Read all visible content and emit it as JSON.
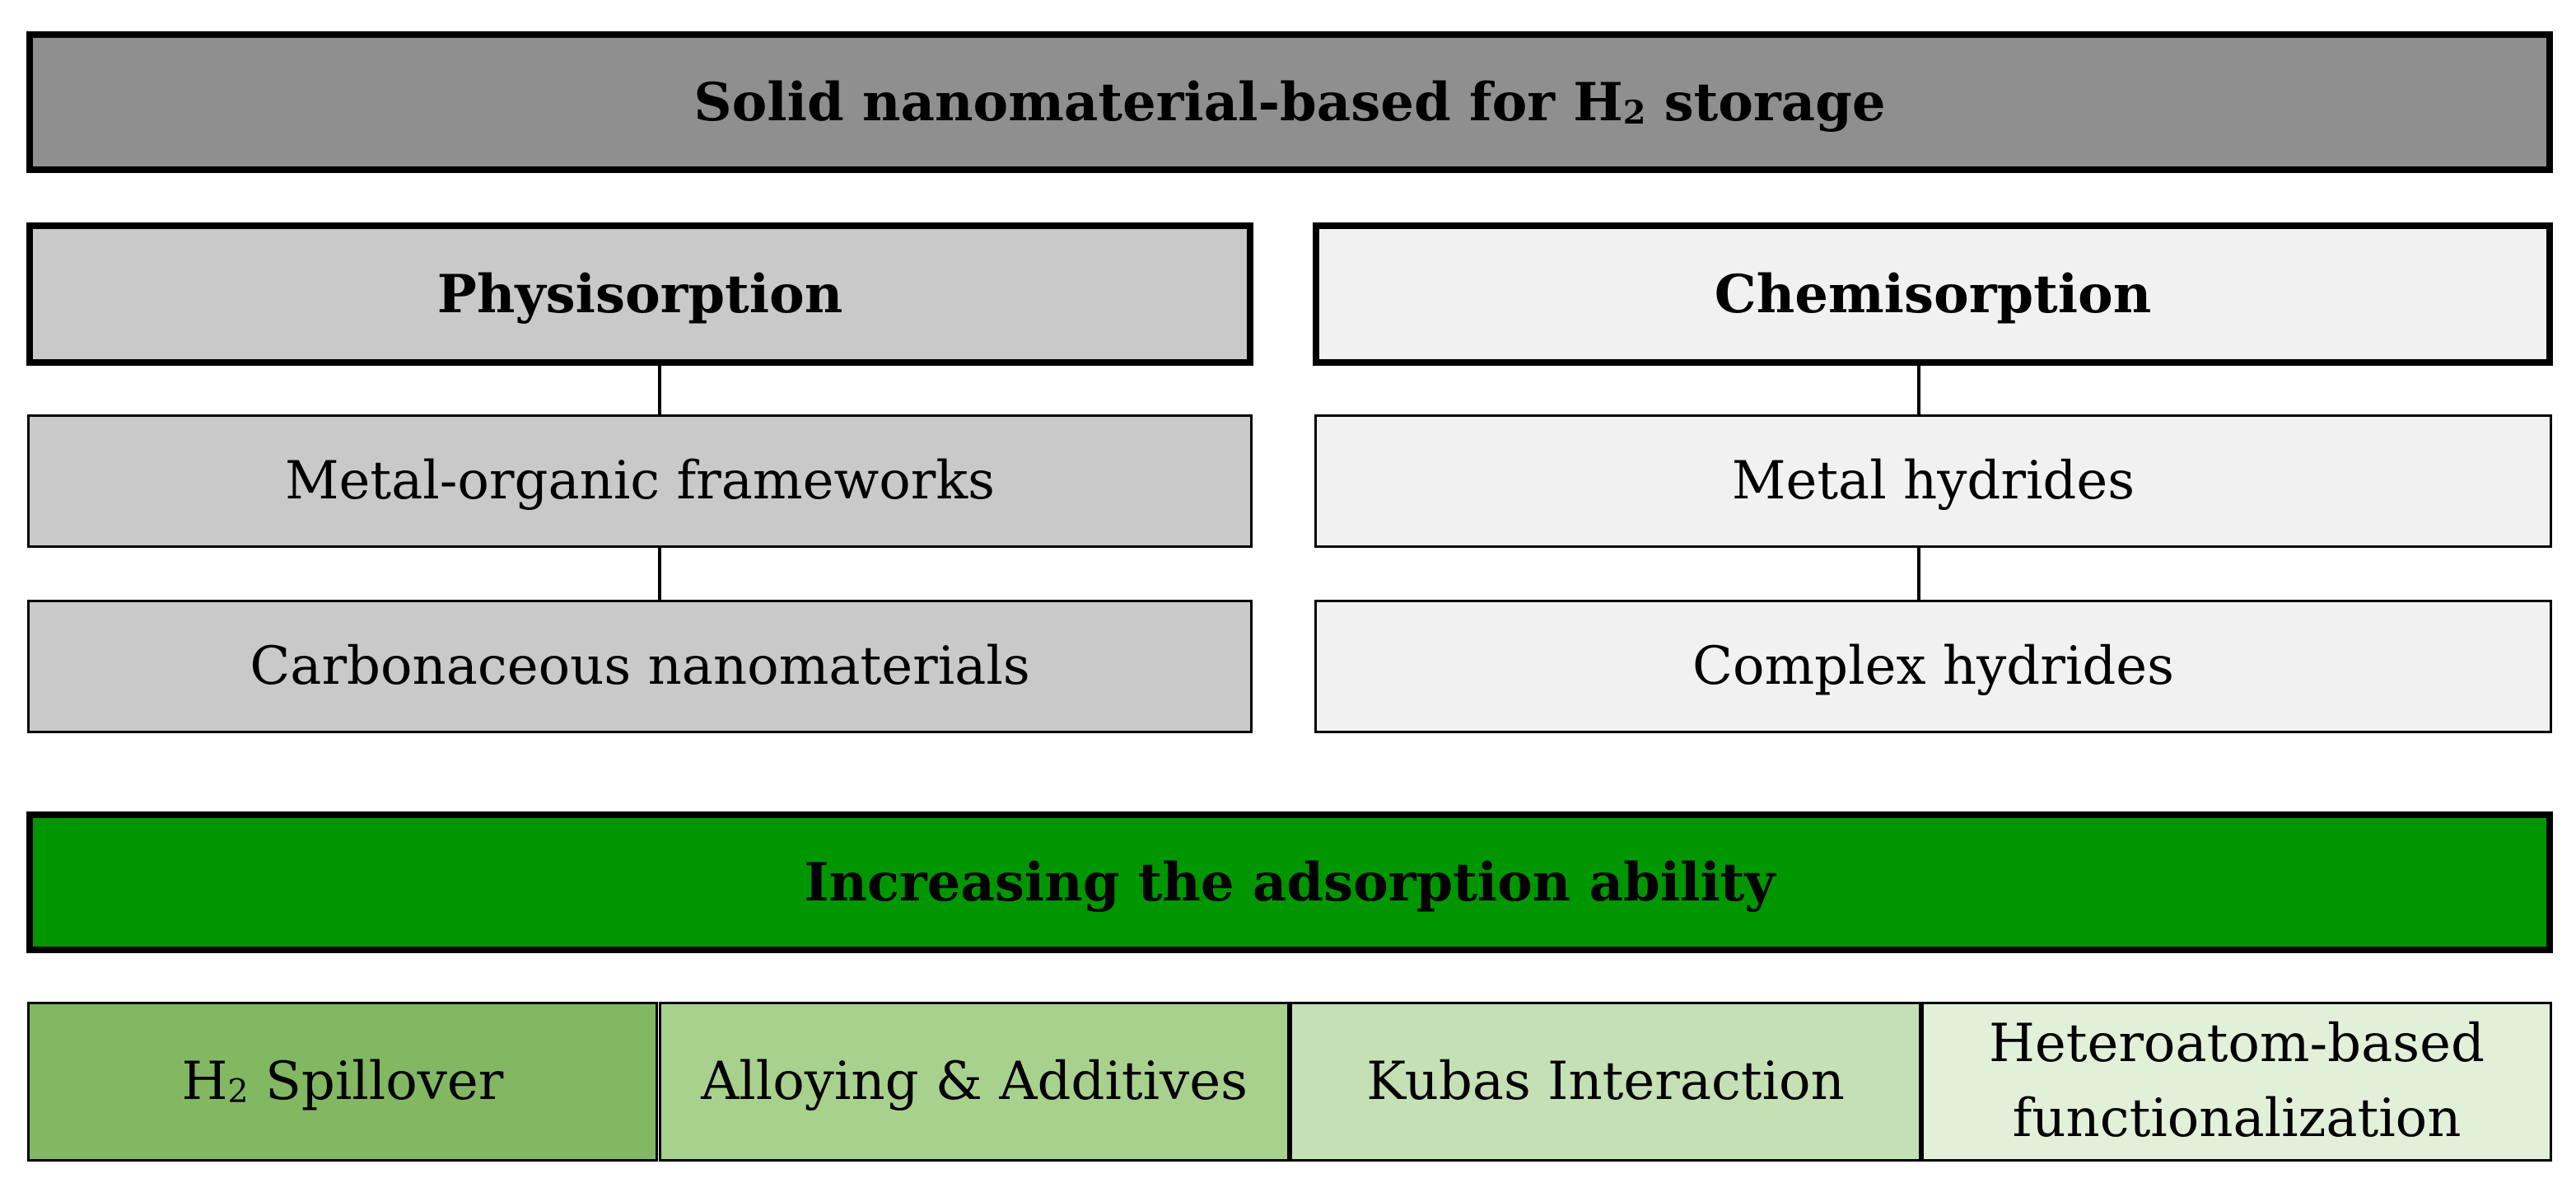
{
  "header": {
    "title_prefix": "Solid nanomaterial-based for H",
    "title_subscript": "2",
    "title_suffix": " storage"
  },
  "physisorption": {
    "title": "Physisorption",
    "items": [
      "Metal-organic frameworks",
      "Carbonaceous nanomaterials"
    ]
  },
  "chemisorption": {
    "title": "Chemisorption",
    "items": [
      "Metal hydrides",
      "Complex hydrides"
    ]
  },
  "strategy": {
    "title": "Increasing the adsorption ability",
    "methods": [
      {
        "prefix": "H",
        "subscript": "2",
        "suffix": " Spillover"
      },
      {
        "label": "Alloying & Additives"
      },
      {
        "label": "Kubas Interaction"
      },
      {
        "line1": "Heteroatom-based",
        "line2": "functionalization"
      }
    ]
  },
  "colors": {
    "header_bg": "#8f8f8f",
    "physisorption_bg": "#c9c9c9",
    "chemisorption_bg": "#f1f1f1",
    "strategy_bg": "#009600",
    "method_1_bg": "#82b862",
    "method_2_bg": "#a9d18e",
    "method_3_bg": "#c5e0b4",
    "method_4_bg": "#e2f0d9"
  }
}
